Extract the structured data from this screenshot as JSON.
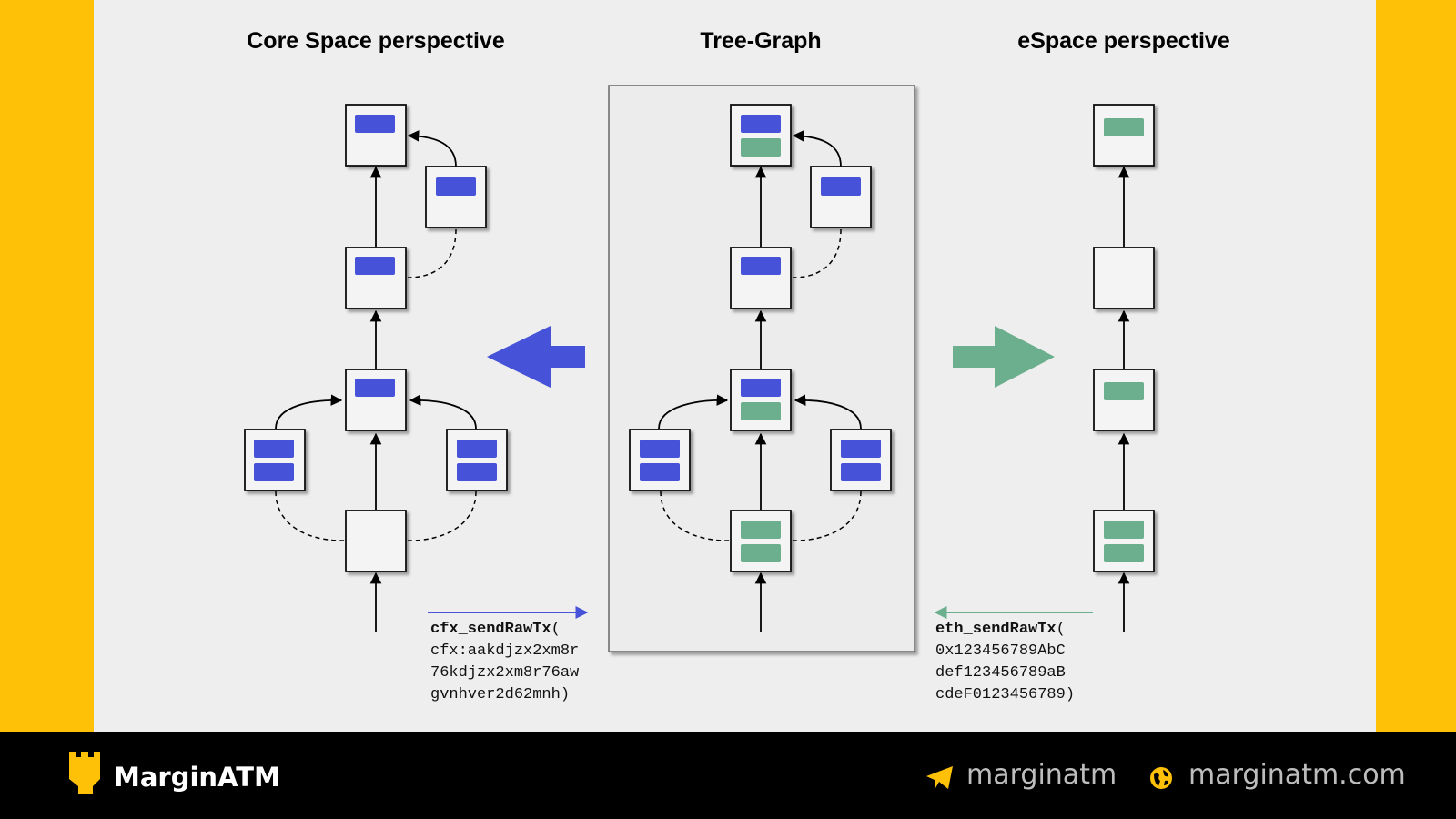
{
  "titles": {
    "left": "Core Space perspective",
    "center": "Tree-Graph",
    "right": "eSpace perspective"
  },
  "code_left": {
    "fn": "cfx_sendRawTx",
    "paren_open": "(",
    "line2": "cfx:aakdjzx2xm8r",
    "line3": "76kdjzx2xm8r76aw",
    "line4": "gvnhver2d62mnh)"
  },
  "code_right": {
    "fn": "eth_sendRawTx",
    "paren_open": "(",
    "line2": "0x123456789AbC",
    "line3": "def123456789aB",
    "line4": "cdeF0123456789)"
  },
  "footer": {
    "brand": "MarginATM",
    "telegram": "marginatm",
    "website": "marginatm.com",
    "logo_icon": "castle-tower-icon",
    "telegram_icon": "paper-plane-icon",
    "website_icon": "globe-icon"
  },
  "colors": {
    "background": "#FFC107",
    "slide": "#EEEEEE",
    "core_tx": "#4653D8",
    "espace_tx": "#6BAF8E",
    "footer": "#000000"
  }
}
